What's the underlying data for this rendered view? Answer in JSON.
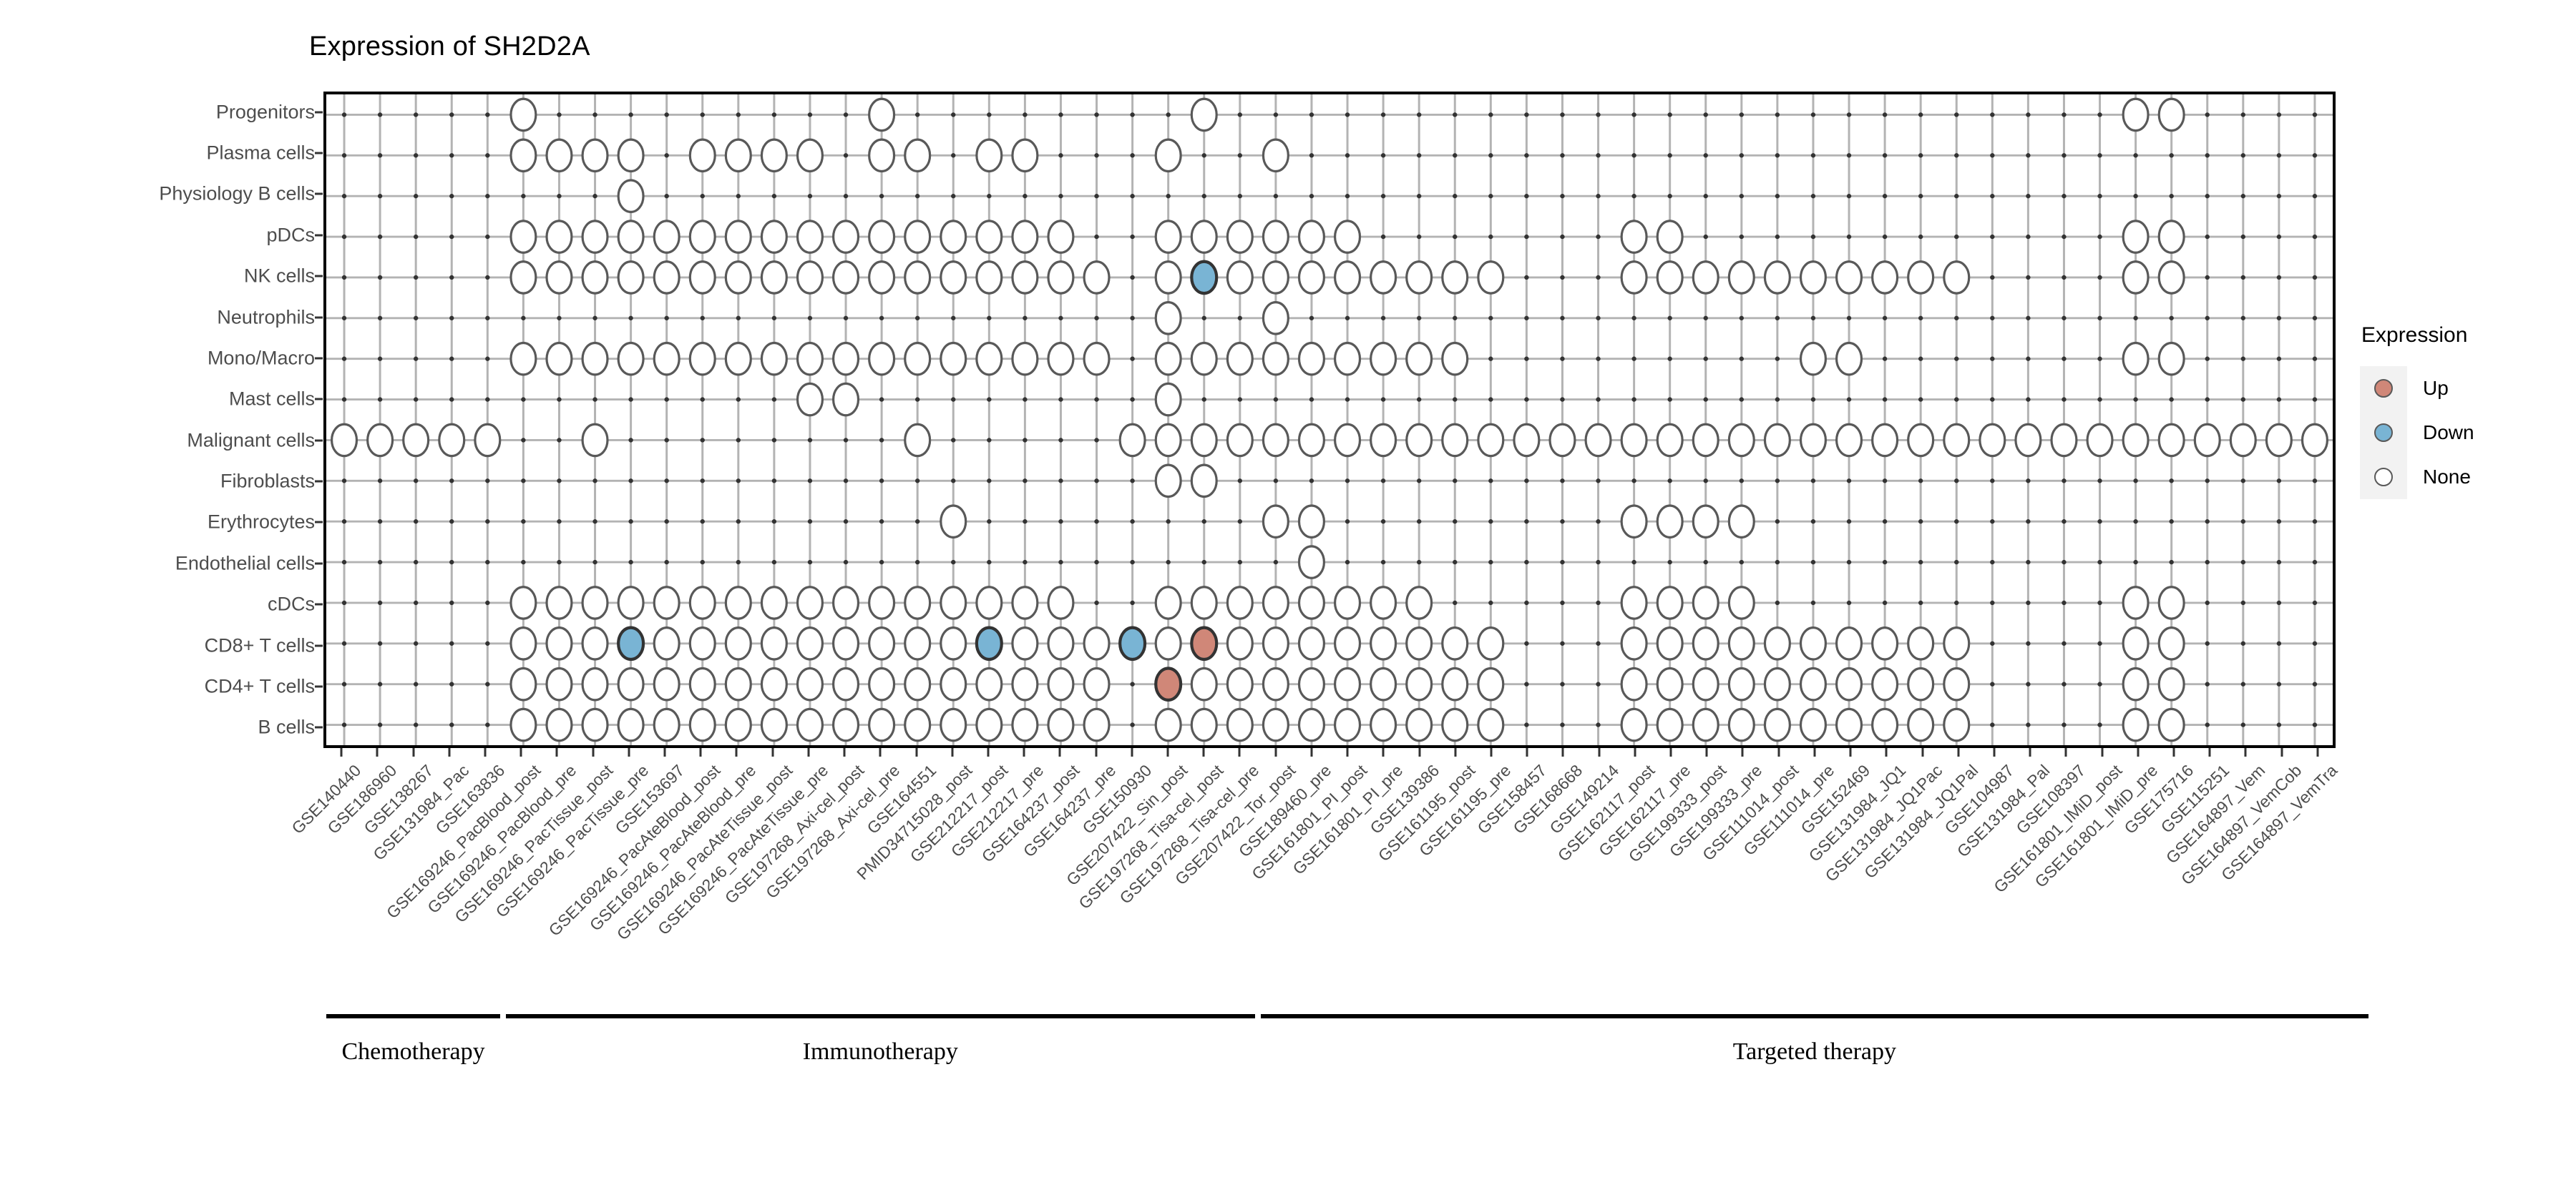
{
  "title": "Expression of SH2D2A",
  "legend": {
    "title": "Expression",
    "items": [
      {
        "label": "Up",
        "color": "#d08778"
      },
      {
        "label": "Down",
        "color": "#79b4d4"
      },
      {
        "label": "None",
        "color": "#ffffff"
      }
    ]
  },
  "groups": [
    {
      "label": "Chemotherapy",
      "start": 0,
      "end": 4
    },
    {
      "label": "Immunotherapy",
      "start": 5,
      "end": 25
    },
    {
      "label": "Targeted therapy",
      "start": 26,
      "end": 56
    }
  ],
  "chart_data": {
    "type": "heatmap",
    "title": "Expression of SH2D2A",
    "xlabel": "",
    "ylabel": "",
    "grid": true,
    "legend_position": "right",
    "categories_y": [
      "Progenitors",
      "Plasma cells",
      "Physiology B cells",
      "pDCs",
      "NK cells",
      "Neutrophils",
      "Mono/Macro",
      "Mast cells",
      "Malignant cells",
      "Fibroblasts",
      "Erythrocytes",
      "Endothelial cells",
      "cDCs",
      "CD8+ T cells",
      "CD4+ T cells",
      "B cells"
    ],
    "categories_x": [
      "GSE140440",
      "GSE186960",
      "GSE138267",
      "GSE131984_Pac",
      "GSE163836",
      "GSE169246_PacBlood_post",
      "GSE169246_PacBlood_pre",
      "GSE169246_PacTissue_post",
      "GSE169246_PacTissue_pre",
      "GSE153697",
      "GSE169246_PacAteBlood_post",
      "GSE169246_PacAteBlood_pre",
      "GSE169246_PacAteTissue_post",
      "GSE169246_PacAteTissue_pre",
      "GSE197268_Axi-cel_post",
      "GSE197268_Axi-cel_pre",
      "GSE164551",
      "PMID34715028_post",
      "GSE212217_post",
      "GSE212217_pre",
      "GSE164237_post",
      "GSE164237_pre",
      "GSE150930",
      "GSE207422_Sin_post",
      "GSE197268_Tisa-cel_post",
      "GSE197268_Tisa-cel_pre",
      "GSE207422_Tor_post",
      "GSE189460_pre",
      "GSE161801_PI_post",
      "GSE161801_PI_pre",
      "GSE139386",
      "GSE161195_post",
      "GSE161195_pre",
      "GSE158457",
      "GSE168668",
      "GSE149214",
      "GSE162117_post",
      "GSE162117_pre",
      "GSE199333_post",
      "GSE199333_pre",
      "GSE111014_post",
      "GSE111014_pre",
      "GSE152469",
      "GSE131984_JQ1",
      "GSE131984_JQ1Pac",
      "GSE131984_JQ1Pal",
      "GSE104987",
      "GSE131984_Pal",
      "GSE108397",
      "GSE161801_IMiD_post",
      "GSE161801_IMiD_pre",
      "GSE175716",
      "GSE115251",
      "GSE164897_Vem",
      "GSE164897_VemCob",
      "GSE164897_VemTra"
    ],
    "values_legend": {
      "0": "absent",
      "1": "None",
      "2": "Up",
      "3": "Down"
    },
    "matrix": [
      [
        0,
        0,
        0,
        0,
        0,
        1,
        0,
        0,
        0,
        0,
        0,
        0,
        0,
        0,
        0,
        1,
        0,
        0,
        0,
        0,
        0,
        0,
        0,
        0,
        1,
        0,
        0,
        0,
        0,
        0,
        0,
        0,
        0,
        0,
        0,
        0,
        0,
        0,
        0,
        0,
        0,
        0,
        0,
        0,
        0,
        0,
        0,
        0,
        0,
        0,
        1,
        1,
        0,
        0,
        0,
        0
      ],
      [
        0,
        0,
        0,
        0,
        0,
        1,
        1,
        1,
        1,
        0,
        1,
        1,
        1,
        1,
        0,
        1,
        1,
        0,
        1,
        1,
        0,
        0,
        0,
        1,
        0,
        0,
        1,
        0,
        0,
        0,
        0,
        0,
        0,
        0,
        0,
        0,
        0,
        0,
        0,
        0,
        0,
        0,
        0,
        0,
        0,
        0,
        0,
        0,
        0,
        0,
        0,
        0,
        0,
        0,
        0,
        0
      ],
      [
        0,
        0,
        0,
        0,
        0,
        0,
        0,
        0,
        1,
        0,
        0,
        0,
        0,
        0,
        0,
        0,
        0,
        0,
        0,
        0,
        0,
        0,
        0,
        0,
        0,
        0,
        0,
        0,
        0,
        0,
        0,
        0,
        0,
        0,
        0,
        0,
        0,
        0,
        0,
        0,
        0,
        0,
        0,
        0,
        0,
        0,
        0,
        0,
        0,
        0,
        0,
        0,
        0,
        0,
        0,
        0
      ],
      [
        0,
        0,
        0,
        0,
        0,
        1,
        1,
        1,
        1,
        1,
        1,
        1,
        1,
        1,
        1,
        1,
        1,
        1,
        1,
        1,
        1,
        0,
        0,
        1,
        1,
        1,
        1,
        1,
        1,
        0,
        0,
        0,
        0,
        0,
        0,
        0,
        1,
        1,
        0,
        0,
        0,
        0,
        0,
        0,
        0,
        0,
        0,
        0,
        0,
        0,
        1,
        1,
        0,
        0,
        0,
        0
      ],
      [
        0,
        0,
        0,
        0,
        0,
        1,
        1,
        1,
        1,
        1,
        1,
        1,
        1,
        1,
        1,
        1,
        1,
        1,
        1,
        1,
        1,
        1,
        0,
        1,
        3,
        1,
        1,
        1,
        1,
        1,
        1,
        1,
        1,
        0,
        0,
        0,
        1,
        1,
        1,
        1,
        1,
        1,
        1,
        1,
        1,
        1,
        0,
        0,
        0,
        0,
        1,
        1,
        0,
        0,
        0,
        0
      ],
      [
        0,
        0,
        0,
        0,
        0,
        0,
        0,
        0,
        0,
        0,
        0,
        0,
        0,
        0,
        0,
        0,
        0,
        0,
        0,
        0,
        0,
        0,
        0,
        1,
        0,
        0,
        1,
        0,
        0,
        0,
        0,
        0,
        0,
        0,
        0,
        0,
        0,
        0,
        0,
        0,
        0,
        0,
        0,
        0,
        0,
        0,
        0,
        0,
        0,
        0,
        0,
        0,
        0,
        0,
        0,
        0
      ],
      [
        0,
        0,
        0,
        0,
        0,
        1,
        1,
        1,
        1,
        1,
        1,
        1,
        1,
        1,
        1,
        1,
        1,
        1,
        1,
        1,
        1,
        1,
        0,
        1,
        1,
        1,
        1,
        1,
        1,
        1,
        1,
        1,
        0,
        0,
        0,
        0,
        0,
        0,
        0,
        0,
        0,
        1,
        1,
        0,
        0,
        0,
        0,
        0,
        0,
        0,
        1,
        1,
        0,
        0,
        0,
        0
      ],
      [
        0,
        0,
        0,
        0,
        0,
        0,
        0,
        0,
        0,
        0,
        0,
        0,
        0,
        1,
        1,
        0,
        0,
        0,
        0,
        0,
        0,
        0,
        0,
        1,
        0,
        0,
        0,
        0,
        0,
        0,
        0,
        0,
        0,
        0,
        0,
        0,
        0,
        0,
        0,
        0,
        0,
        0,
        0,
        0,
        0,
        0,
        0,
        0,
        0,
        0,
        0,
        0,
        0,
        0,
        0,
        0
      ],
      [
        1,
        1,
        1,
        1,
        1,
        0,
        0,
        1,
        0,
        0,
        0,
        0,
        0,
        0,
        0,
        0,
        1,
        0,
        0,
        0,
        0,
        0,
        1,
        1,
        1,
        1,
        1,
        1,
        1,
        1,
        1,
        1,
        1,
        1,
        1,
        1,
        1,
        1,
        1,
        1,
        1,
        1,
        1,
        1,
        1,
        1,
        1,
        1,
        1,
        1,
        1,
        1,
        1,
        1,
        1,
        1
      ],
      [
        0,
        0,
        0,
        0,
        0,
        0,
        0,
        0,
        0,
        0,
        0,
        0,
        0,
        0,
        0,
        0,
        0,
        0,
        0,
        0,
        0,
        0,
        0,
        1,
        1,
        0,
        0,
        0,
        0,
        0,
        0,
        0,
        0,
        0,
        0,
        0,
        0,
        0,
        0,
        0,
        0,
        0,
        0,
        0,
        0,
        0,
        0,
        0,
        0,
        0,
        0,
        0,
        0,
        0,
        0,
        0
      ],
      [
        0,
        0,
        0,
        0,
        0,
        0,
        0,
        0,
        0,
        0,
        0,
        0,
        0,
        0,
        0,
        0,
        0,
        1,
        0,
        0,
        0,
        0,
        0,
        0,
        0,
        0,
        1,
        1,
        0,
        0,
        0,
        0,
        0,
        0,
        0,
        0,
        1,
        1,
        1,
        1,
        0,
        0,
        0,
        0,
        0,
        0,
        0,
        0,
        0,
        0,
        0,
        0,
        0,
        0,
        0,
        0
      ],
      [
        0,
        0,
        0,
        0,
        0,
        0,
        0,
        0,
        0,
        0,
        0,
        0,
        0,
        0,
        0,
        0,
        0,
        0,
        0,
        0,
        0,
        0,
        0,
        0,
        0,
        0,
        0,
        1,
        0,
        0,
        0,
        0,
        0,
        0,
        0,
        0,
        0,
        0,
        0,
        0,
        0,
        0,
        0,
        0,
        0,
        0,
        0,
        0,
        0,
        0,
        0,
        0,
        0,
        0,
        0,
        0
      ],
      [
        0,
        0,
        0,
        0,
        0,
        1,
        1,
        1,
        1,
        1,
        1,
        1,
        1,
        1,
        1,
        1,
        1,
        1,
        1,
        1,
        1,
        0,
        0,
        1,
        1,
        1,
        1,
        1,
        1,
        1,
        1,
        0,
        0,
        0,
        0,
        0,
        1,
        1,
        1,
        1,
        0,
        0,
        0,
        0,
        0,
        0,
        0,
        0,
        0,
        0,
        1,
        1,
        0,
        0,
        0,
        0
      ],
      [
        0,
        0,
        0,
        0,
        0,
        1,
        1,
        1,
        3,
        1,
        1,
        1,
        1,
        1,
        1,
        1,
        1,
        1,
        3,
        1,
        1,
        1,
        3,
        1,
        2,
        1,
        1,
        1,
        1,
        1,
        1,
        1,
        1,
        0,
        0,
        0,
        1,
        1,
        1,
        1,
        1,
        1,
        1,
        1,
        1,
        1,
        0,
        0,
        0,
        0,
        1,
        1,
        0,
        0,
        0,
        0
      ],
      [
        0,
        0,
        0,
        0,
        0,
        1,
        1,
        1,
        1,
        1,
        1,
        1,
        1,
        1,
        1,
        1,
        1,
        1,
        1,
        1,
        1,
        1,
        0,
        2,
        1,
        1,
        1,
        1,
        1,
        1,
        1,
        1,
        1,
        0,
        0,
        0,
        1,
        1,
        1,
        1,
        1,
        1,
        1,
        1,
        1,
        1,
        0,
        0,
        0,
        0,
        1,
        1,
        0,
        0,
        0,
        0
      ],
      [
        0,
        0,
        0,
        0,
        0,
        1,
        1,
        1,
        1,
        1,
        1,
        1,
        1,
        1,
        1,
        1,
        1,
        1,
        1,
        1,
        1,
        1,
        0,
        1,
        1,
        1,
        1,
        1,
        1,
        1,
        1,
        1,
        1,
        0,
        0,
        0,
        1,
        1,
        1,
        1,
        1,
        1,
        1,
        1,
        1,
        1,
        0,
        0,
        0,
        0,
        1,
        1,
        0,
        0,
        0,
        0
      ]
    ]
  }
}
